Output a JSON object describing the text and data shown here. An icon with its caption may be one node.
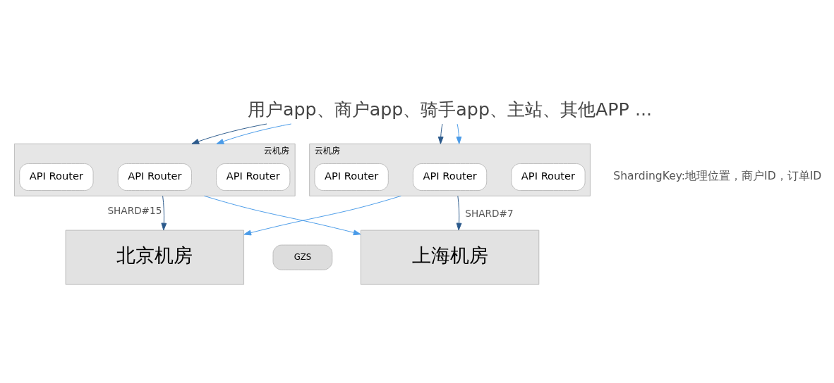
{
  "diagram": {
    "nodes": [
      {
        "text": [
          "用户app、商户app、骑手app、主站、其他APP ..."
        ]
      },
      {
        "text": [
          "云机房"
        ]
      },
      {
        "text": [
          "API Router"
        ],
        "in": 1
      },
      {
        "text": [
          "API Router"
        ],
        "in": 1
      },
      {
        "text": [
          "API Router"
        ],
        "in": 1
      },
      {
        "text": [
          "云机房"
        ]
      },
      {
        "text": [
          "API Router"
        ],
        "in": 5
      },
      {
        "text": [
          "API Router"
        ],
        "in": 5
      },
      {
        "text": [
          "API Router"
        ],
        "in": 5
      },
      {
        "text": [
          "北京机房"
        ]
      },
      {
        "text": [
          "GZS"
        ]
      },
      {
        "text": [
          "上海机房"
        ]
      }
    ],
    "edges": [
      {
        "from": 0,
        "to": 1,
        "arrow": "to"
      },
      {
        "from": 0,
        "to": 1,
        "arrow": "to",
        "color": "#4a9be8"
      },
      {
        "from": 0,
        "to": 5,
        "arrow": "to"
      },
      {
        "from": 0,
        "to": 5,
        "arrow": "to",
        "color": "#4a9be8"
      },
      {
        "from": 1,
        "to": 9,
        "arrow": "to",
        "label": "SHARD#15"
      },
      {
        "from": 1,
        "to": 11,
        "arrow": "to",
        "color": "#4a9be8"
      },
      {
        "from": 5,
        "to": 9,
        "arrow": "to",
        "color": "#4a9be8"
      },
      {
        "from": 5,
        "to": 11,
        "arrow": "to",
        "label": "SHARD#7"
      }
    ],
    "labels": [
      "ShardingKey:地理位置，商户ID，订单ID"
    ]
  }
}
